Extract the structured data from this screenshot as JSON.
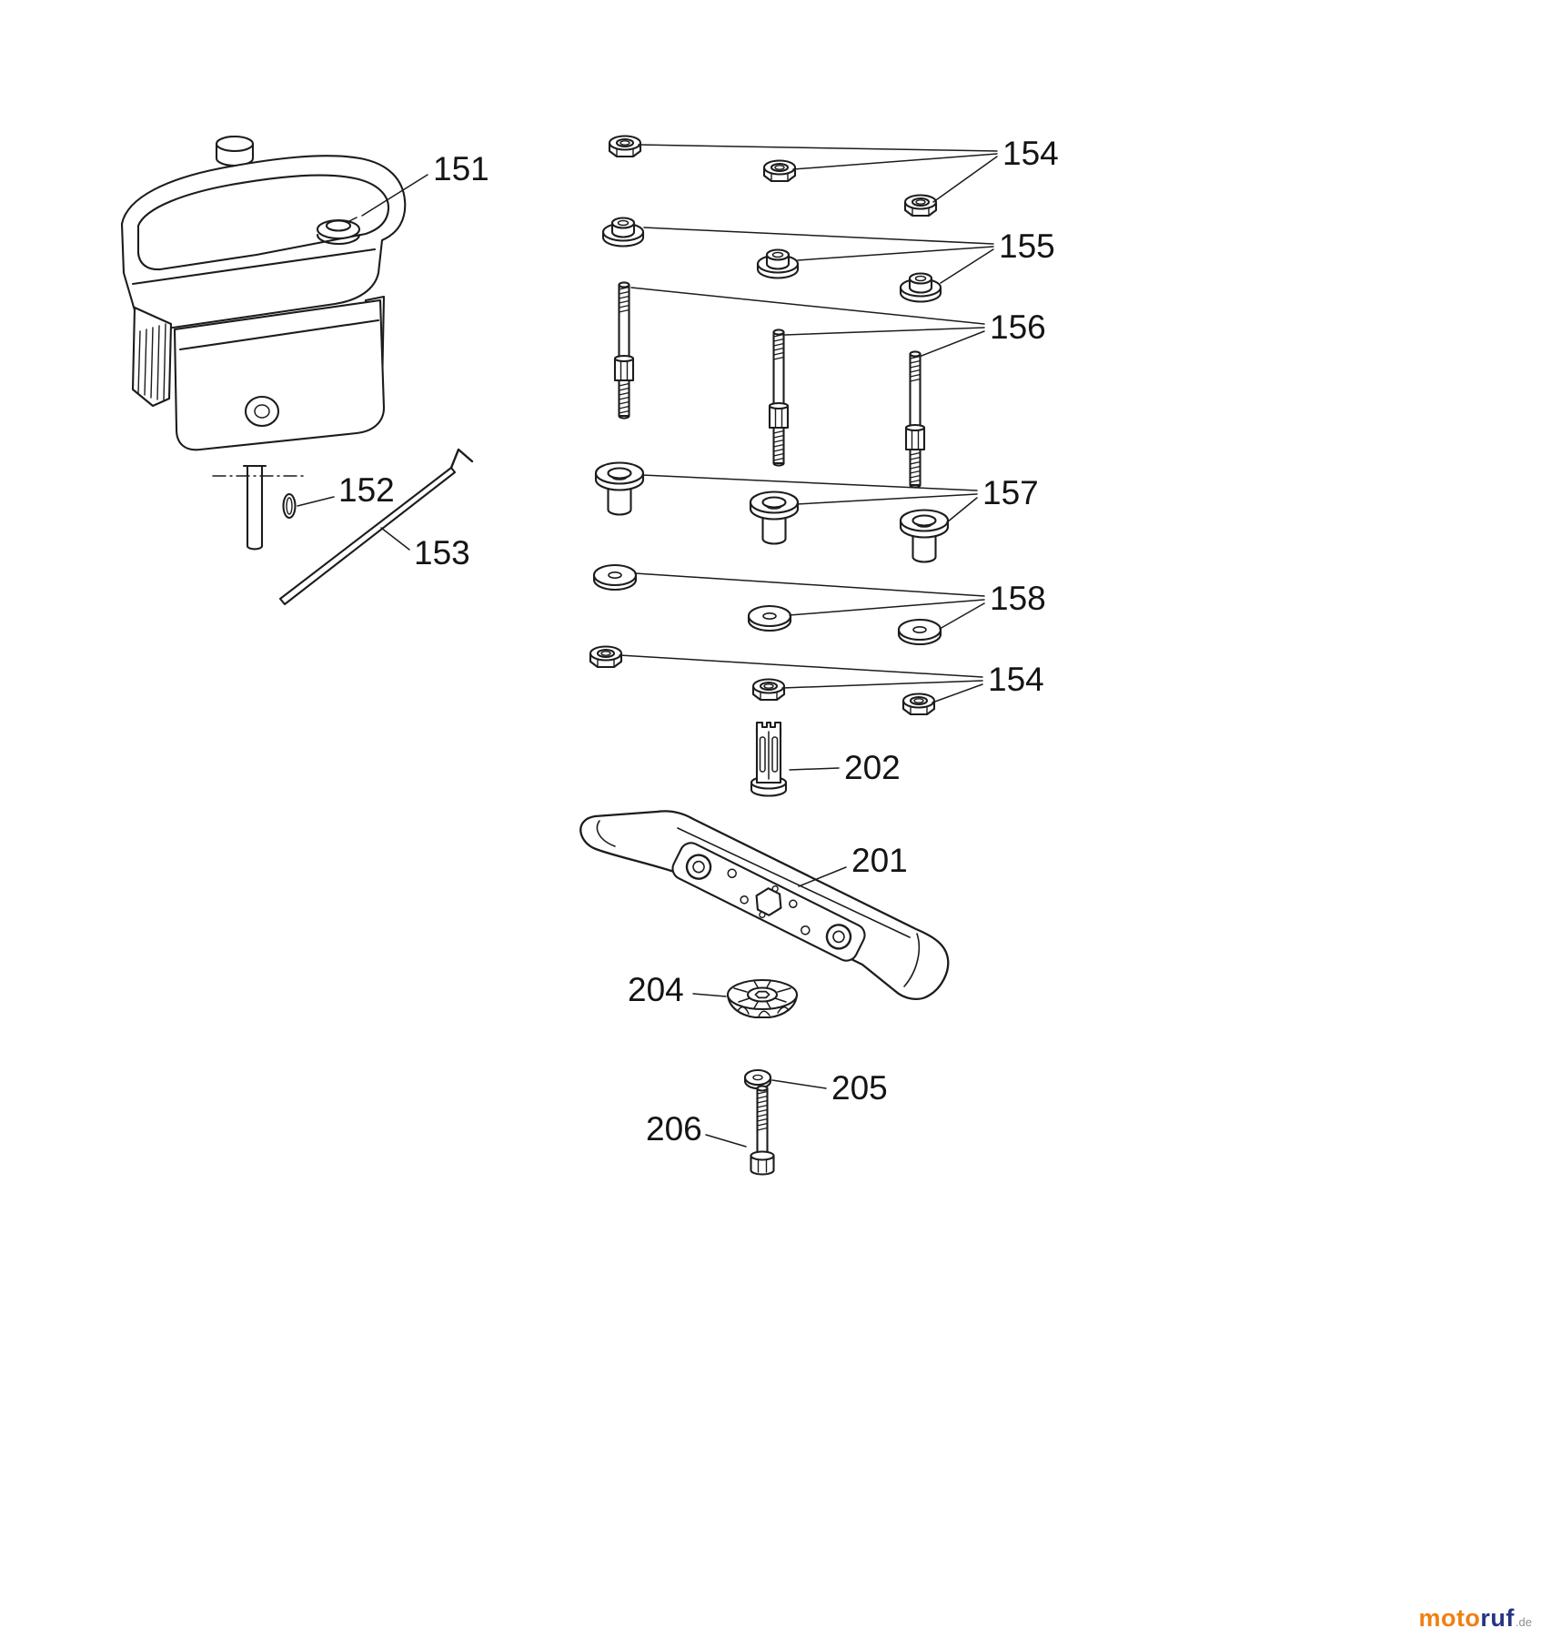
{
  "labels": [
    {
      "part": "engine",
      "text": "151"
    },
    {
      "part": "crankshaft-key",
      "text": "152"
    },
    {
      "part": "control-rod",
      "text": "153"
    },
    {
      "part": "locknuts-top",
      "text": "154"
    },
    {
      "part": "flange-caps",
      "text": "155"
    },
    {
      "part": "studs",
      "text": "156"
    },
    {
      "part": "flanged-bushings",
      "text": "157"
    },
    {
      "part": "flat-washers",
      "text": "158"
    },
    {
      "part": "locknuts-bottom",
      "text": "154"
    },
    {
      "part": "blade-adapter",
      "text": "202"
    },
    {
      "part": "blade",
      "text": "201"
    },
    {
      "part": "blade-holder",
      "text": "204"
    },
    {
      "part": "blade-washer",
      "text": "205"
    },
    {
      "part": "blade-bolt",
      "text": "206"
    }
  ],
  "watermark": {
    "orange": "moto",
    "blue": "ruf",
    "suffix": ".de"
  },
  "colors": {
    "line": "#1c1c1c",
    "label": "#141414",
    "brand_orange": "#f07f13",
    "brand_blue": "#283583"
  }
}
